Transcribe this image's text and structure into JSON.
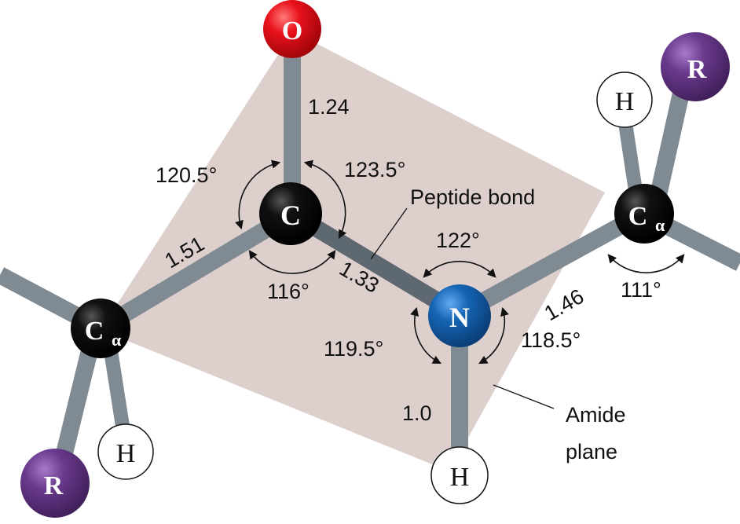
{
  "atoms": {
    "o": "O",
    "c": "C",
    "n": "N",
    "h": "H",
    "r": "R",
    "ca_main": "C",
    "ca_sub": "α"
  },
  "bond_lengths": {
    "c_o": "1.24",
    "ca_c": "1.51",
    "c_n": "1.33",
    "n_ca": "1.46",
    "n_h": "1.0"
  },
  "angles": {
    "ca_c_o": "120.5°",
    "o_c_n": "123.5°",
    "ca_c_n": "116°",
    "c_n_ca": "122°",
    "c_n_h": "119.5°",
    "ca_n_h": "118.5°",
    "n_ca_r": "111°"
  },
  "annotations": {
    "peptide_bond": "Peptide bond",
    "amide_plane_line1": "Amide",
    "amide_plane_line2": "plane"
  },
  "colors": {
    "plane": "#ddd0cc",
    "bond": "#7f8a93",
    "bond_dark": "#5e6870",
    "oxygen": "#e8111b",
    "nitrogen": "#1565b5",
    "carbon": "#0d0d0d",
    "r_group": "#6a3a8e",
    "hydrogen": "#ffffff"
  }
}
